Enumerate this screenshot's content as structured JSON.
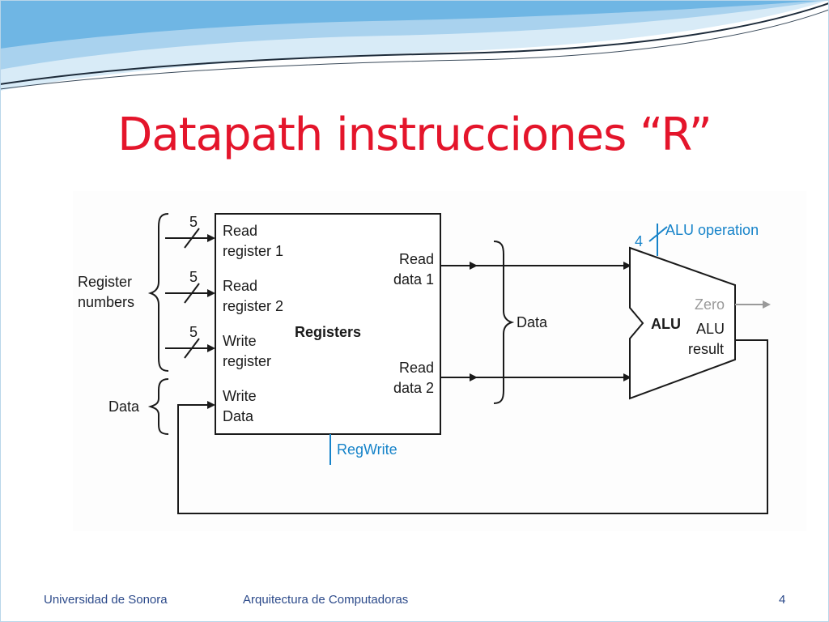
{
  "slide": {
    "title": "Datapath instrucciones “R”",
    "footer_left": "Universidad de Sonora",
    "footer_center": "Arquitectura de Computadoras",
    "page_number": "4"
  },
  "diagram": {
    "register_block_title": "Registers",
    "read_register_1": [
      "Read",
      "register 1"
    ],
    "read_register_2": [
      "Read",
      "register 2"
    ],
    "write_register": [
      "Write",
      "register"
    ],
    "write_data": [
      "Write",
      "Data"
    ],
    "read_data_1": [
      "Read",
      "data 1"
    ],
    "read_data_2": [
      "Read",
      "data 2"
    ],
    "reg_write": "RegWrite",
    "register_numbers": [
      "Register",
      "numbers"
    ],
    "data_input": "Data",
    "data_output": "Data",
    "bus_width_5": "5",
    "bus_width_4": "4",
    "alu_operation": "ALU operation",
    "alu": "ALU",
    "zero": "Zero",
    "alu_result": [
      "ALU",
      "result"
    ]
  },
  "colors": {
    "title": "#e4152b",
    "control_blue": "#1683c9",
    "footer_text": "#2c4a8a",
    "muted_grey": "#9a9a9a"
  }
}
